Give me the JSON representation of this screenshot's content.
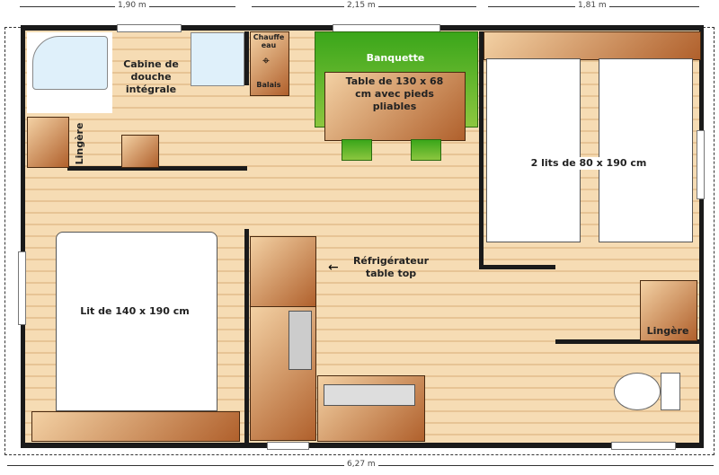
{
  "dimensions": {
    "top": [
      "1,90 m",
      "2,15 m",
      "1,81 m"
    ],
    "bottom": "6,27 m"
  },
  "labels": {
    "shower": "Cabine de douche intégrale",
    "linen_left": "Lingère",
    "water_heater": "Chauffe eau",
    "broom": "Balais",
    "bench": "Banquette",
    "table": "Table de 130 x 68 cm avec pieds pliables",
    "twin_beds": "2 lits de 80 x 190 cm",
    "double_bed": "Lit de 140 x 190 cm",
    "fridge": "Réfrigérateur table top",
    "linen_right": "Lingère"
  },
  "colors": {
    "green": "#6cb52d",
    "wood": "#c47a3e",
    "floor": "#f6dcb4",
    "shower": "#dff0fa"
  }
}
